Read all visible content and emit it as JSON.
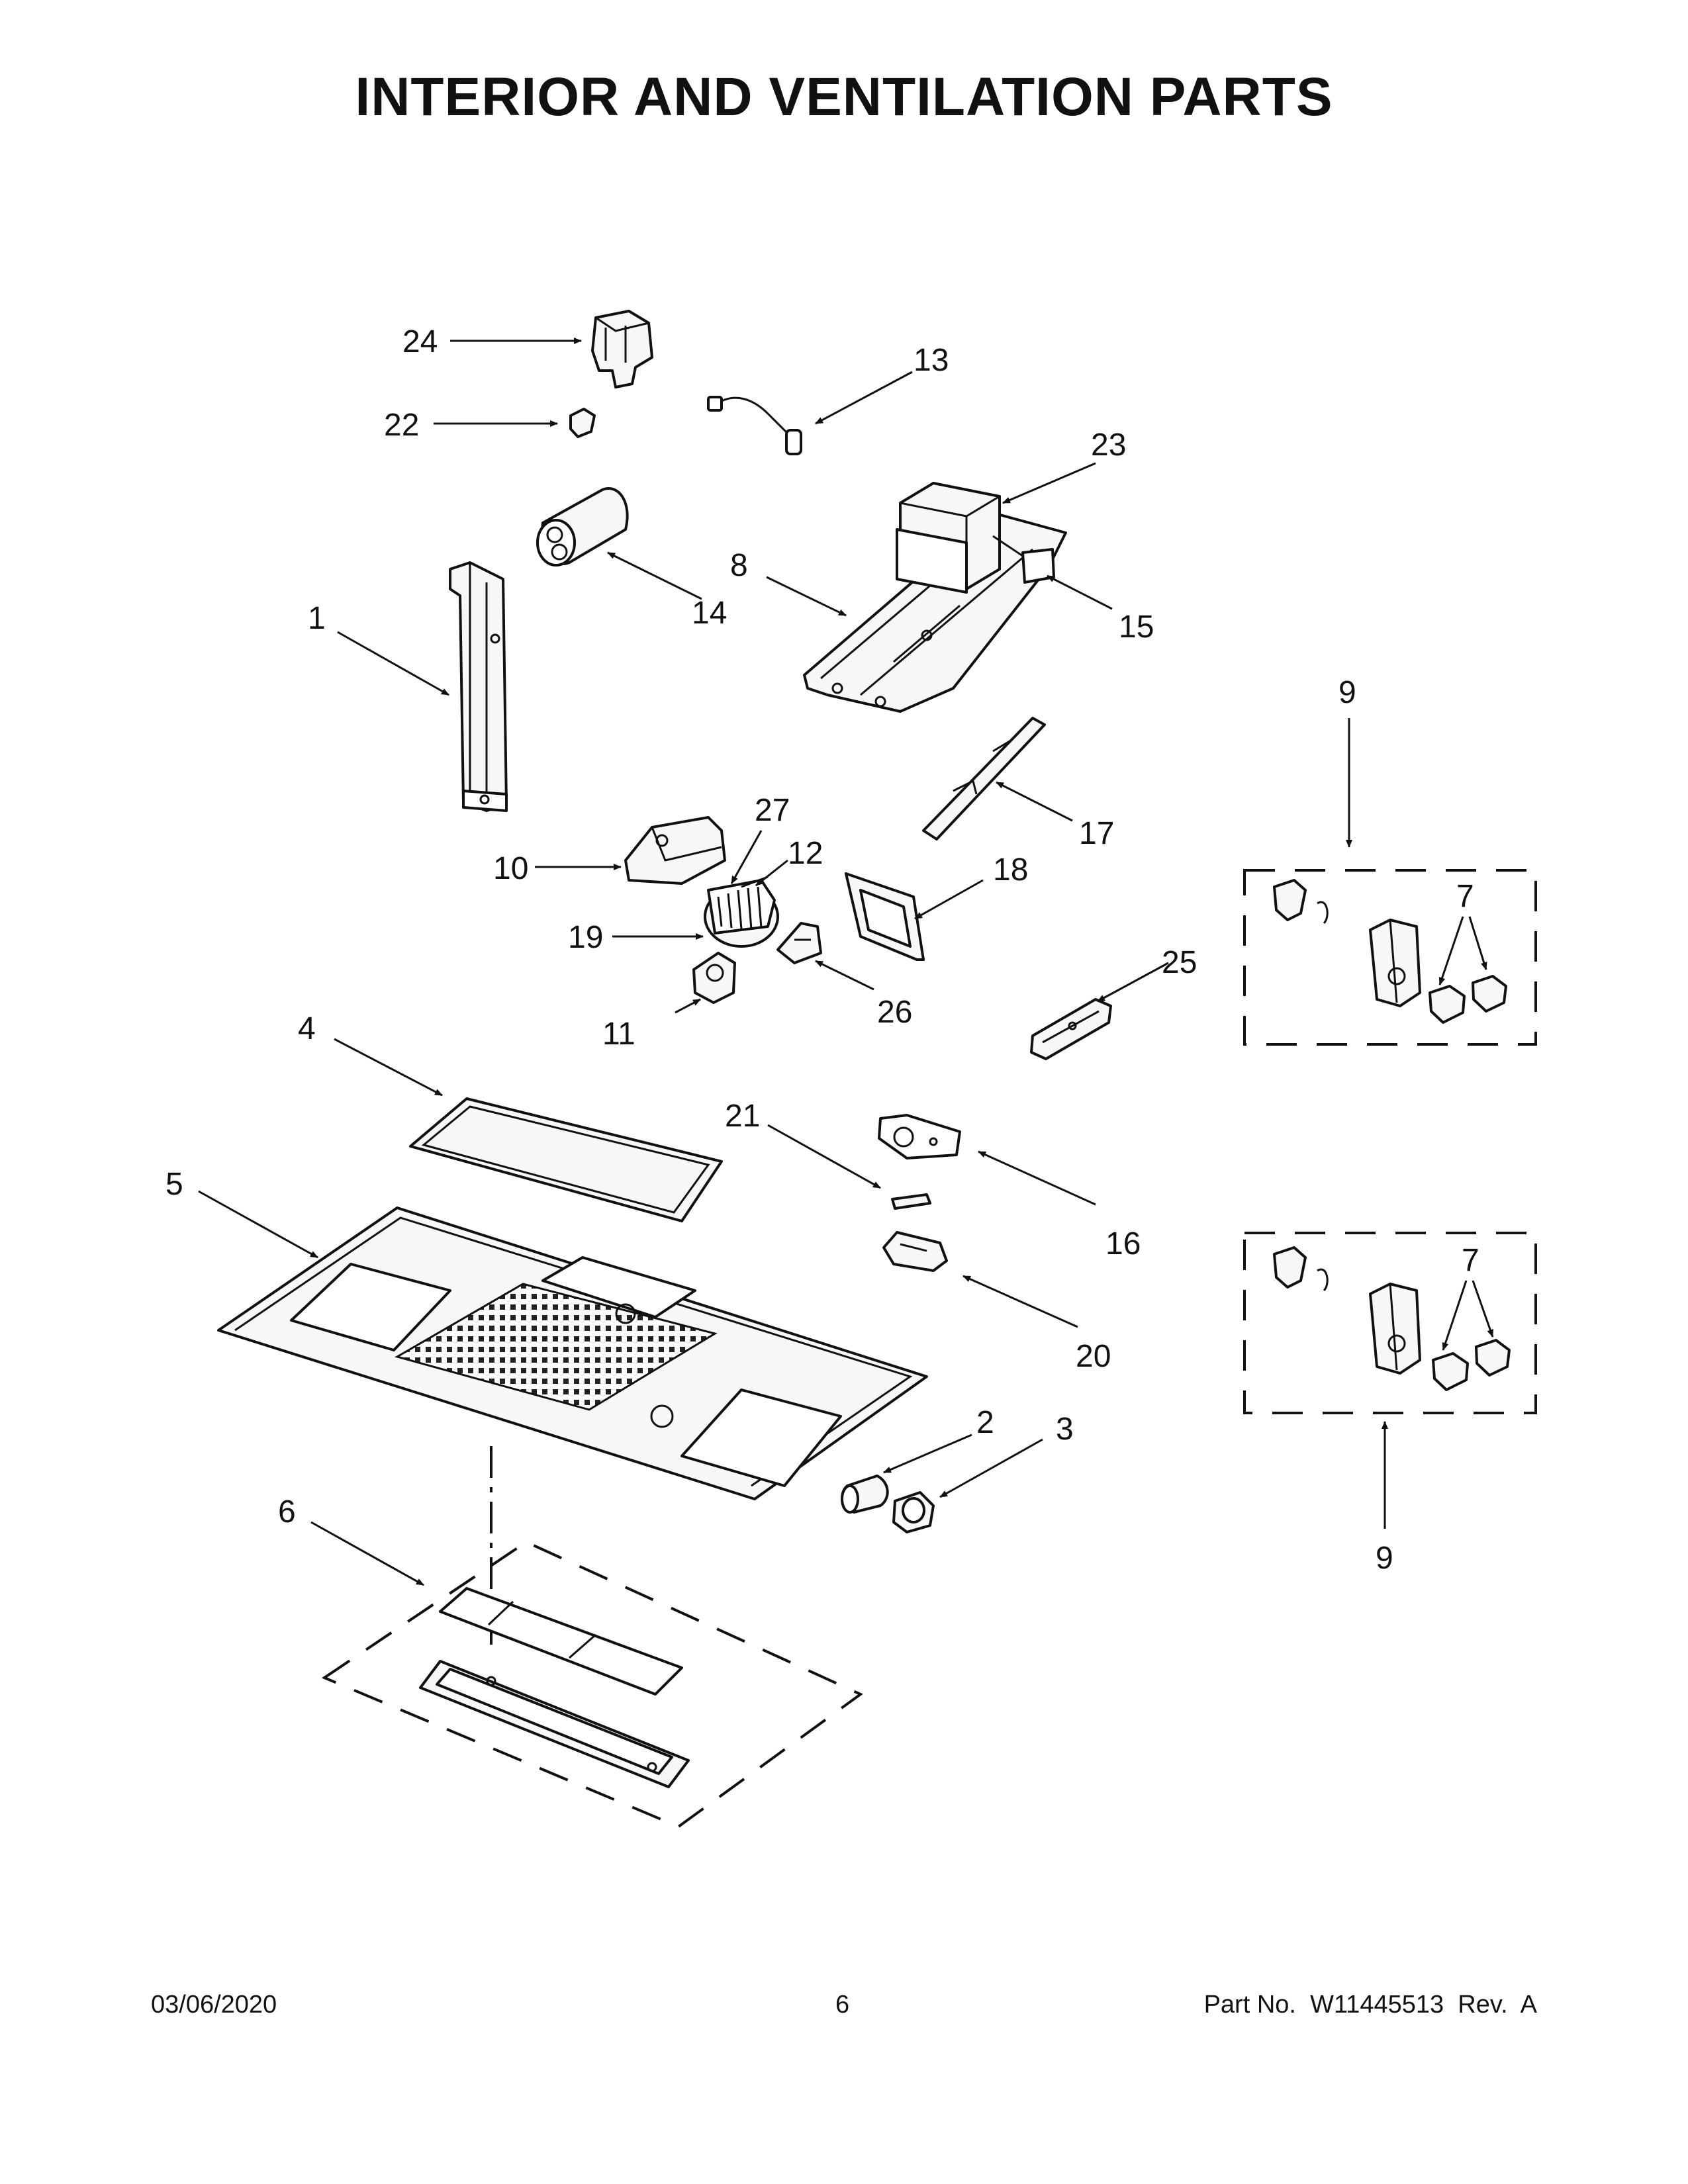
{
  "page": {
    "title": "INTERIOR AND VENTILATION PARTS",
    "date": "03/06/2020",
    "page_number": "6",
    "part_number": "Part No.  W11445513  Rev.  A"
  },
  "callouts": [
    "1",
    "2",
    "3",
    "4",
    "5",
    "6",
    "7",
    "8",
    "9",
    "10",
    "11",
    "12",
    "13",
    "14",
    "15",
    "16",
    "17",
    "18",
    "19",
    "20",
    "21",
    "22",
    "23",
    "24",
    "25",
    "26",
    "27"
  ]
}
